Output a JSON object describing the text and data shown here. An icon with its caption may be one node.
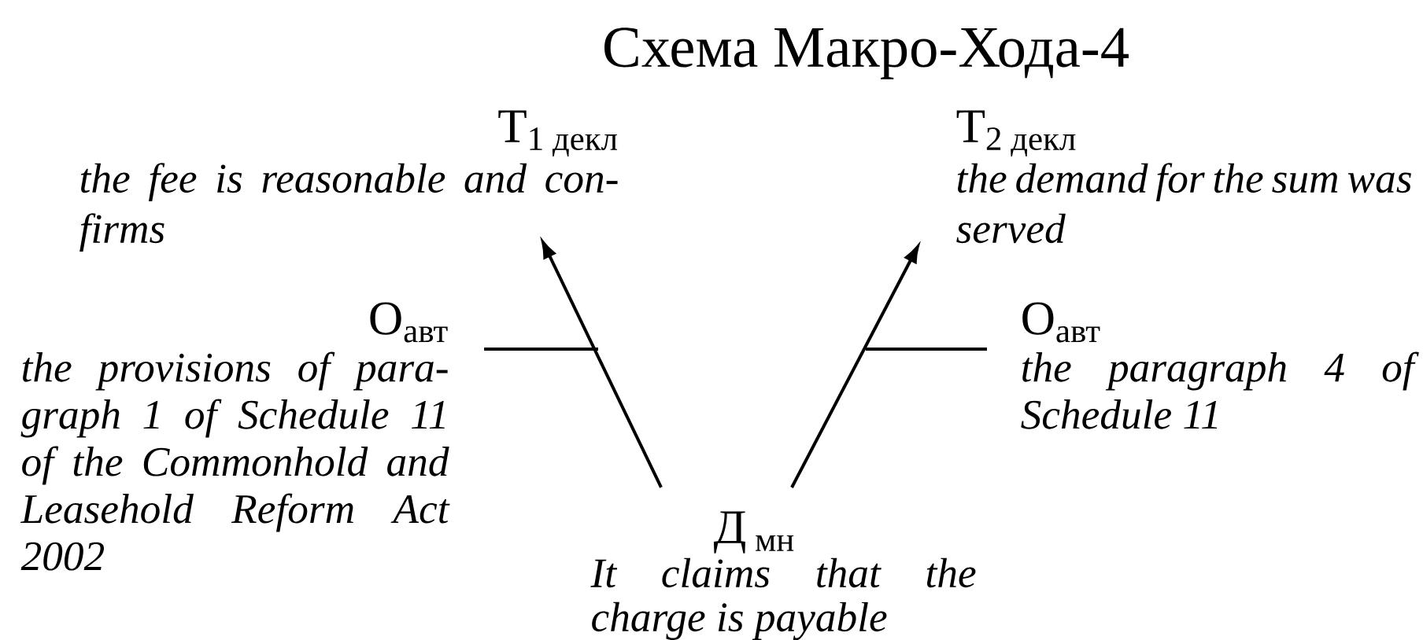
{
  "diagram": {
    "title": "Схема Макро-Хода-4",
    "nodes": [
      {
        "text": [
          "Т$_{1 декл}$",
          "the fee is reasonable and con-firms"
        ]
      },
      {
        "text": [
          "Т$_{2 декл}$",
          "the demand for the sum was served"
        ]
      },
      {
        "text": [
          "О$_{авт}$",
          "the provisions of para-graph 1 of Schedule 11 of the Commonhold and Leasehold Reform Act 2002"
        ]
      },
      {
        "text": [
          "О$_{авт}$",
          "the paragraph 4 of Schedule 11"
        ]
      },
      {
        "text": [
          "Д$_{ мн}$",
          "It claims that the charge is payable"
        ]
      }
    ],
    "edges": [
      {
        "from": 4,
        "to": 0,
        "arrow": "to"
      },
      {
        "from": 4,
        "to": 1,
        "arrow": "to"
      },
      {
        "from": 2,
        "to": null,
        "arrow": "none"
      },
      {
        "from": 3,
        "to": null,
        "arrow": "none"
      }
    ]
  }
}
